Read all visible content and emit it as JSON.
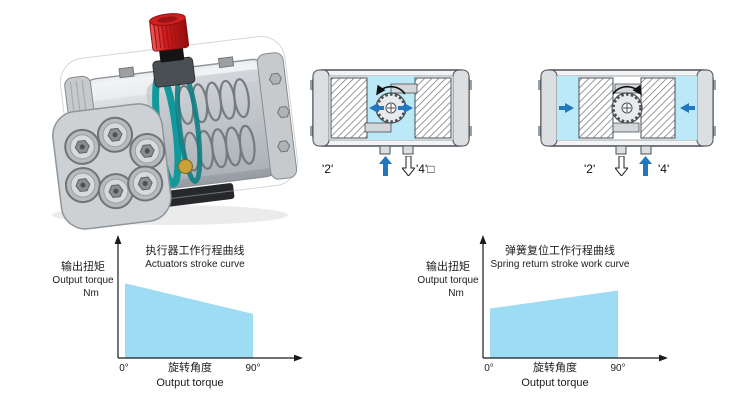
{
  "figures": {
    "actuator_photo": "pneumatic-rack-and-pinion-actuator-cutaway",
    "double_acting_section": "cross-section-air-stroke",
    "spring_return_section": "cross-section-return-stroke"
  },
  "ports": {
    "double_acting": {
      "left_label": "'2'",
      "right_label": "'4'□"
    },
    "spring_return": {
      "left_label": "'2'",
      "right_label": "'4'"
    }
  },
  "colors": {
    "air_chamber": "#bce9f8",
    "air_in_arrow": "#2277bd",
    "chart_fill": "#9edcf4",
    "knob_red": "#d21f1f",
    "bearing_teal": "#12999c"
  },
  "chart_data": [
    {
      "type": "area",
      "title": "执行器工作行程曲线",
      "subtitle": "Actuators stroke curve",
      "ylabel": [
        "输出扭矩",
        "Output torque",
        "Nm"
      ],
      "xlabel": [
        "旋转角度",
        "Output torque"
      ],
      "x_ticks": [
        "0°",
        "90°"
      ],
      "x_range_deg": [
        0,
        90
      ],
      "torque_profile_pct": [
        83,
        49
      ],
      "fill": "#9edcf4",
      "grid": false,
      "legend": false
    },
    {
      "type": "area",
      "title": "弹簧复位工作行程曲线",
      "subtitle": "Spring return stroke work curve",
      "ylabel": [
        "输出扭矩",
        "Output torque",
        "Nm"
      ],
      "xlabel": [
        "旋转角度",
        "Output torque"
      ],
      "x_ticks": [
        "0°",
        "90°"
      ],
      "x_range_deg": [
        0,
        90
      ],
      "torque_profile_pct": [
        55,
        75
      ],
      "fill": "#9edcf4",
      "grid": false,
      "legend": false
    }
  ]
}
